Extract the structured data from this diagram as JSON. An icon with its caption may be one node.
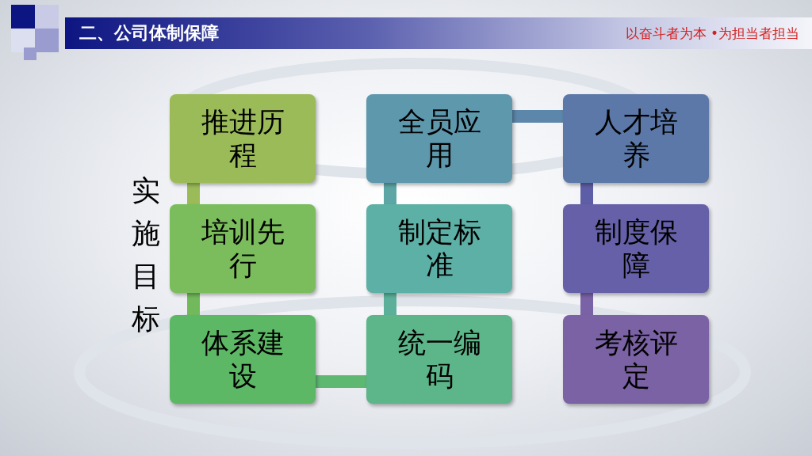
{
  "diagram": {
    "title": "二、公司体制保障",
    "nodes": [
      {
        "text": [
          "推进历程"
        ]
      },
      {
        "text": [
          "全员应用"
        ]
      },
      {
        "text": [
          "人才培养"
        ]
      },
      {
        "text": [
          "培训先行"
        ]
      },
      {
        "text": [
          "制定标准"
        ]
      },
      {
        "text": [
          "制度保障"
        ]
      },
      {
        "text": [
          "体系建设"
        ]
      },
      {
        "text": [
          "统一编码"
        ]
      },
      {
        "text": [
          "考核评定"
        ]
      }
    ],
    "edges": [
      {
        "from": 0,
        "to": 3,
        "arrow": "none",
        "color": "#9bbb59"
      },
      {
        "from": 3,
        "to": 6,
        "arrow": "none",
        "color": "#72b95c"
      },
      {
        "from": 6,
        "to": 7,
        "arrow": "none",
        "color": "#5fb872"
      },
      {
        "from": 7,
        "to": 4,
        "arrow": "none",
        "color": "#5cb09a"
      },
      {
        "from": 4,
        "to": 1,
        "arrow": "none",
        "color": "#5ea6a6"
      },
      {
        "from": 1,
        "to": 2,
        "arrow": "none",
        "color": "#5c86aa"
      },
      {
        "from": 2,
        "to": 5,
        "arrow": "none",
        "color": "#5e5ea6"
      },
      {
        "from": 5,
        "to": 8,
        "arrow": "none",
        "color": "#7a62a6"
      }
    ],
    "labels": [
      "以奋斗者为本 •为担当者担当",
      "实施目标"
    ]
  }
}
